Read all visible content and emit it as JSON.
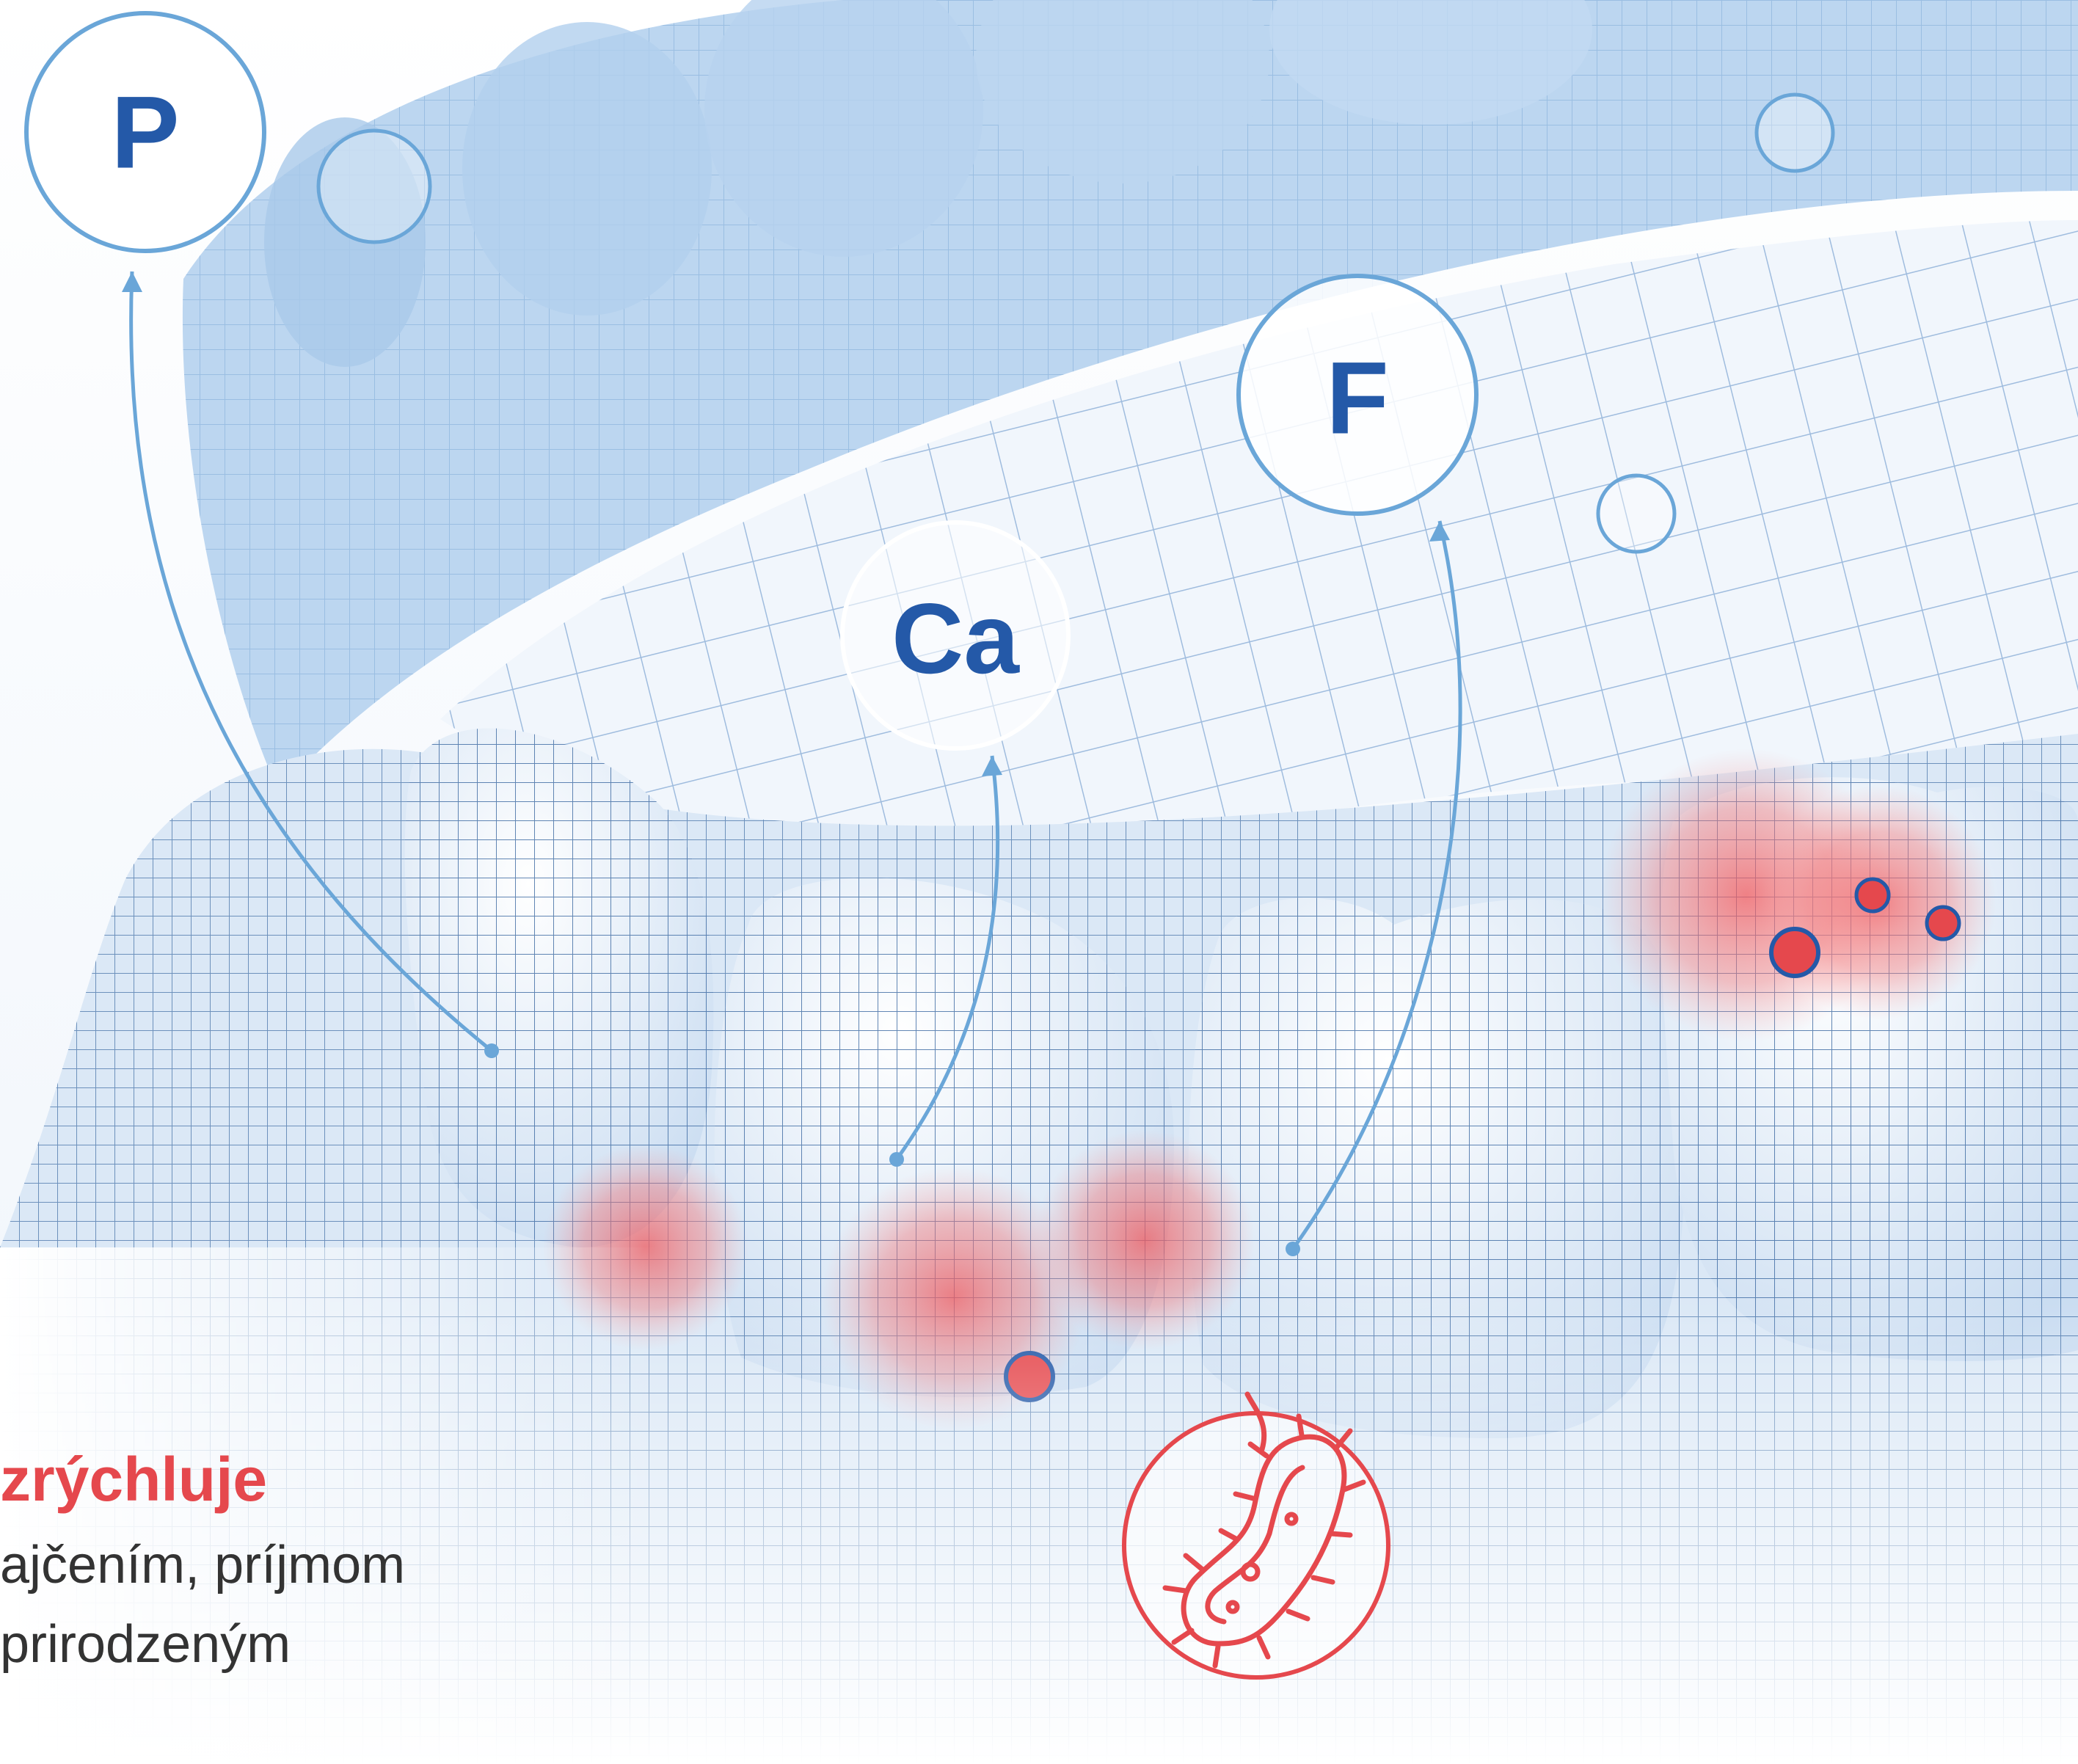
{
  "elements": {
    "phosphorus": "P",
    "calcium": "Ca",
    "fluorine": "F"
  },
  "caption": {
    "headline": "zrýchluje",
    "line1": "ajčením, príjmom",
    "line2": "prirodzeným"
  },
  "colors": {
    "mesh_light": "#c7dcf3",
    "mesh_line": "#2f5f9a",
    "accent_blue": "#6aa6d8",
    "element_text": "#2459a8",
    "danger_red": "#e5484d",
    "caption_text": "#333333"
  },
  "icons": [
    "bacteria-icon"
  ]
}
